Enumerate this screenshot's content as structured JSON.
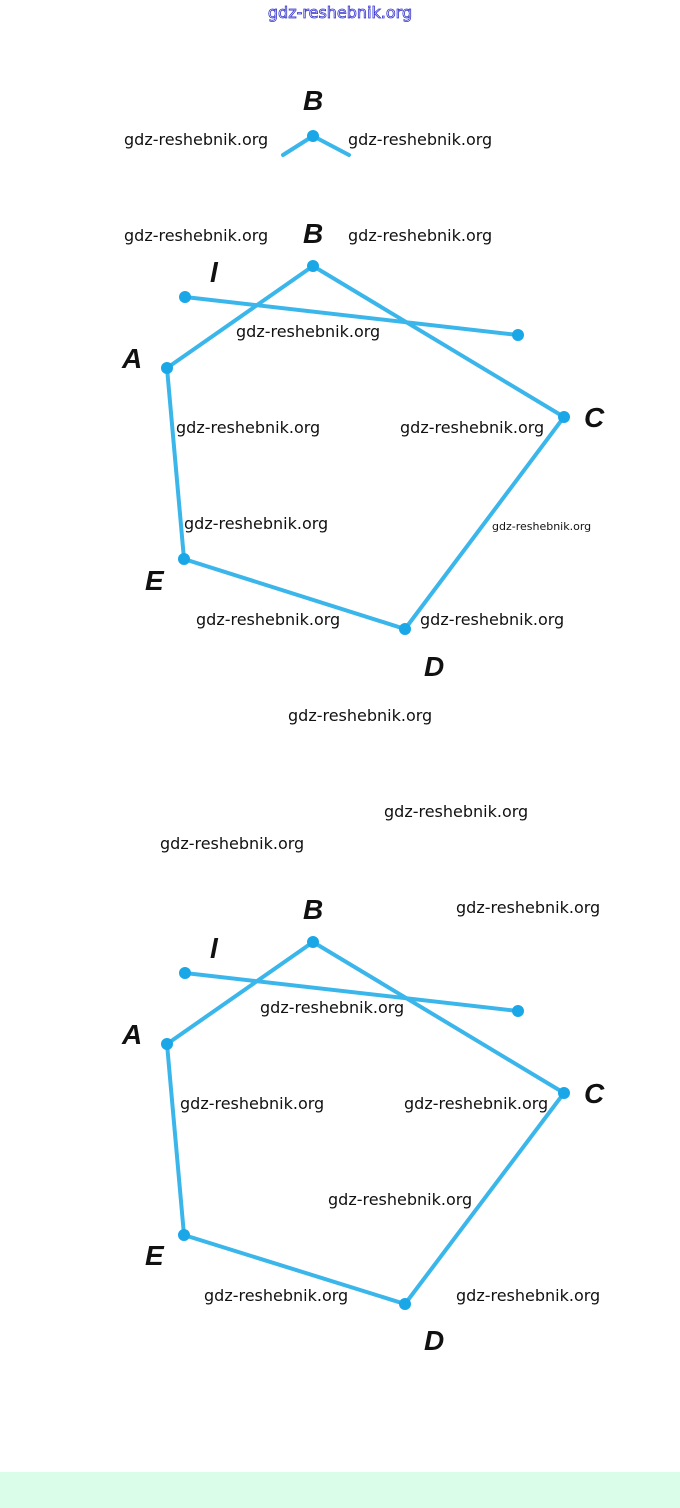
{
  "header": {
    "site": "gdz-reshebnik.org"
  },
  "watermark": "gdz-reshebnik.org",
  "colors": {
    "segment": "#3bb6ea",
    "point": "#1aa7e8",
    "band": "#d9fde9"
  },
  "figure": {
    "vertices": [
      "A",
      "B",
      "C",
      "D",
      "E"
    ],
    "line_label": "l",
    "fragment_label": "B"
  }
}
